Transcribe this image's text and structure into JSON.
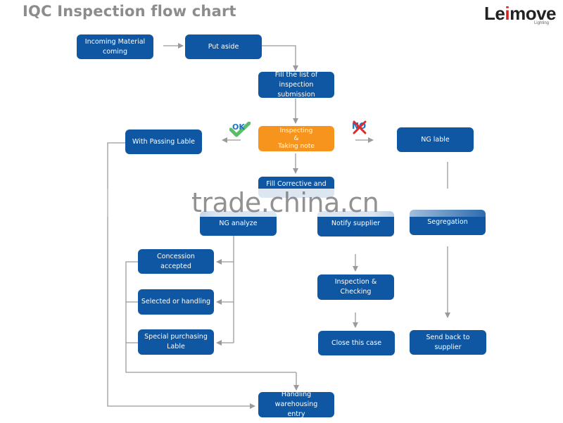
{
  "title": "IQC Inspection flow chart",
  "logo": {
    "main_before": "Le",
    "main_accent": "i",
    "main_after": "move",
    "sub": "Lighting"
  },
  "watermark": "trade.china.cn",
  "decisions": {
    "ok": "OK",
    "no": "NO"
  },
  "nodes": {
    "incoming": "Incoming Material\ncoming",
    "put_aside": "Put aside",
    "fill_list": "Fill the list of inspection\nsubmission",
    "inspecting": "Inspecting\n&\nTaking note",
    "with_passing": "With Passing Lable",
    "ng_lable": "NG lable",
    "fill_corrective": "Fill Corrective and",
    "ng_analyze": "NG analyze",
    "notify_supplier": "Notify supplier",
    "segregation": "Segregation",
    "concession": "Concession accepted",
    "selected": "Selected or handling",
    "special": "Special purchasing\nLable",
    "inspection_checking": "Inspection & Checking",
    "close_case": "Close this case",
    "send_back": "Send back to supplier",
    "handling": "Handling  warehousing\nentry"
  },
  "colors": {
    "box": "#0f57a3",
    "highlight": "#f7941d",
    "arrow": "#9a9a9a",
    "title": "#8c8c8c",
    "ok_check": "#3cb44a",
    "no_cross": "#e0292b"
  }
}
